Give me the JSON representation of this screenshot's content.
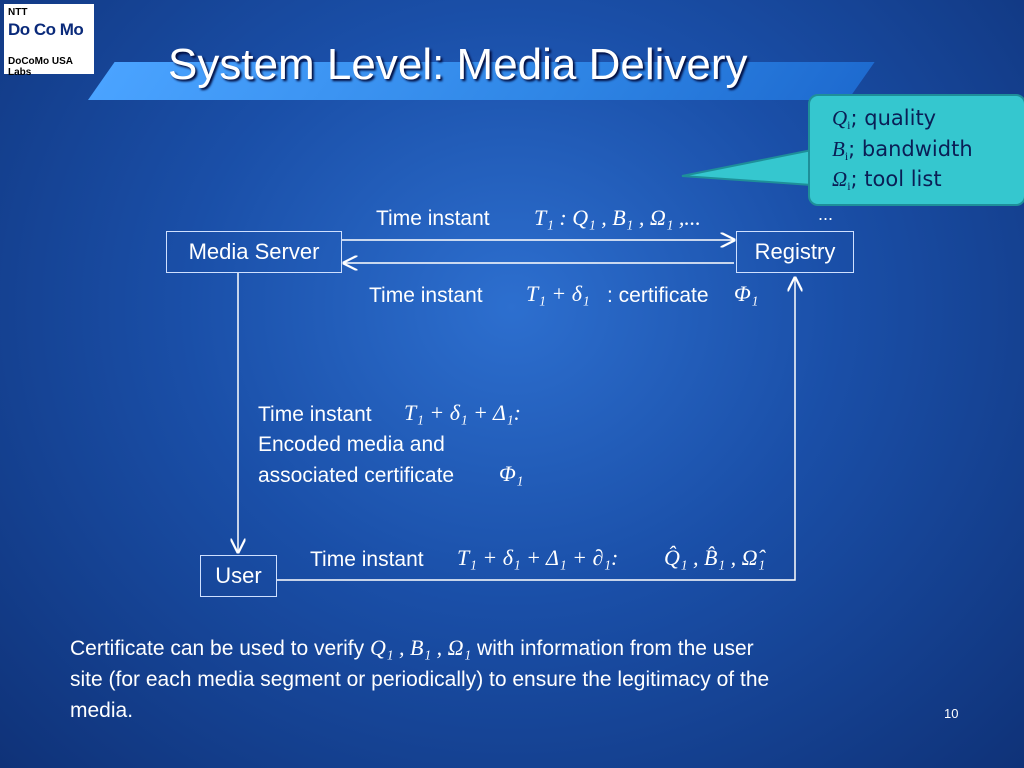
{
  "logo": {
    "top": "NTT",
    "brand": "Do Co Mo",
    "subtitle": "DoCoMo USA Labs"
  },
  "title": "System Level: Media Delivery",
  "callout": {
    "q": "Q",
    "q_label": "; quality",
    "b": "B",
    "b_label": "; bandwidth",
    "omega": "Ω",
    "omega_label": "; tool list",
    "sub": "i"
  },
  "nodes": {
    "media_server": "Media Server",
    "registry": "Registry",
    "user": "User"
  },
  "labels": {
    "time_instant": "Time instant",
    "ellipsis": "...",
    "msg1_formula": "T₁ : Q₁ , B₁ , Ω₁ ,...",
    "msg2_formula": "T₁ + δ₁",
    "msg2_text": ": certificate",
    "msg2_cert": "Φ₁",
    "msg3_formula": "T₁ + δ₁ + Δ₁:",
    "msg3_line2": "Encoded media and",
    "msg3_line3": "associated certificate",
    "msg3_cert": "Φ₁",
    "msg4_formula": "T₁ + δ₁ + Δ₁ + ∂₁:",
    "msg4_values": "Q̂₁ , B̂₁ , Ω̂₁"
  },
  "bottom": {
    "prefix": "Certificate can be used to verify",
    "formula": "Q₁ , B₁ , Ω₁",
    "suffix": "with information from the user",
    "line2": "site (for each media segment or periodically) to ensure the legitimacy of the",
    "line3": "media."
  },
  "page_number": "10"
}
